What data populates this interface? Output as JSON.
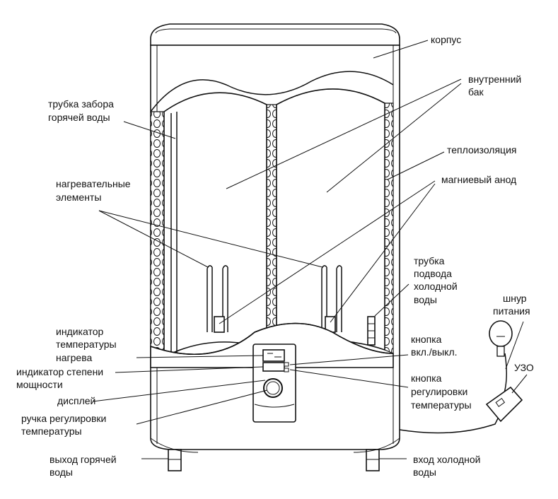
{
  "labels": {
    "korpus": "корпус",
    "inner_tank_1": "внутренний",
    "inner_tank_2": "бак",
    "hot_pipe_1": "трубка забора",
    "hot_pipe_2": "горячей воды",
    "insulation": "теплоизоляция",
    "heaters_1": "нагревательные",
    "heaters_2": "элементы",
    "anode": "магниевый анод",
    "cold_pipe_1": "трубка",
    "cold_pipe_2": "подвода",
    "cold_pipe_3": "холодной",
    "cold_pipe_4": "воды",
    "power_cord_1": "шнур",
    "power_cord_2": "питания",
    "temp_indicator_1": "индикатор",
    "temp_indicator_2": "температуры",
    "temp_indicator_3": "нагрева",
    "power_button_1": "кнопка",
    "power_button_2": "вкл./выкл.",
    "uzo": "УЗО",
    "power_level_1": "индикатор степени",
    "power_level_2": "мощности",
    "temp_button_1": "кнопка",
    "temp_button_2": "регулировки",
    "temp_button_3": "температуры",
    "display": "дисплей",
    "knob_1": "ручка регулировки",
    "knob_2": "температуры",
    "hot_out_1": "выход горячей",
    "hot_out_2": "воды",
    "cold_in_1": "вход холодной",
    "cold_in_2": "воды"
  }
}
